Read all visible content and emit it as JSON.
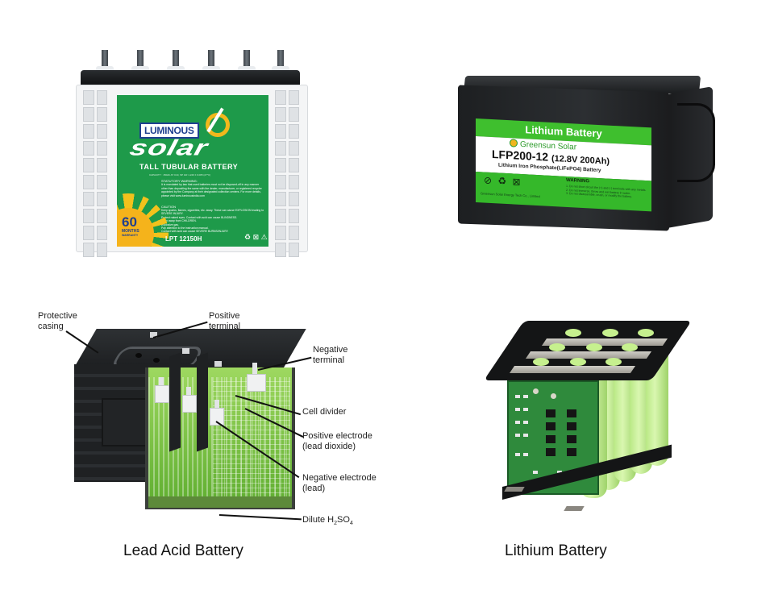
{
  "figure": {
    "panels": [
      {
        "id": "luminous-tubular",
        "kind": "photo",
        "brand": "LUMINOUS",
        "product_line": "solar",
        "subtitle": "TALL TUBULAR BATTERY",
        "capacity_line": "CAPACITY : 150Ah AT C10, SP GR 1.240 ± 0.005 (27°C)",
        "statutory_warning_title": "STATUTORY WARNING:",
        "statutory_warning_text": "It is mandated by law that used batteries must not be disposed-off in any manner other than depositing the same with the dealer, manufacturer, or registered recycler appointed by the Company at their designated collection centers. For more details, please visit www.luminousindia.com",
        "caution_title": "CAUTION",
        "caution_items": [
          "Keep sparks, flames, cigarettes, etc. away. These can cause EXPLOSION leading to SEVERE INJURY.",
          "Protect naked eyes. Contact with acid can cause BLINDNESS.",
          "Keep away from CHILDREN.",
          "Explosive gas.",
          "Pay attention to the instruction manual.",
          "Contact with acid can cause SEVERE BURNS/INJURY."
        ],
        "warranty_number": "60",
        "warranty_unit": "MONTHS",
        "warranty_word": "WARRANTY",
        "model": "LPT 12150H",
        "recycle_icons": "♻ ⊠ ⚠",
        "colors": {
          "label_green": "#1e9a4a",
          "brand_blue": "#1f3f8f",
          "sun_yellow": "#f2b81c"
        }
      },
      {
        "id": "lfp-battery",
        "kind": "photo",
        "band_title": "Lithium Battery",
        "brand": "Greensun Solar",
        "model": "LFP200-12",
        "rating": "(12.8V 200Ah)",
        "chemistry": "Lithium Iron Phosphate(LiFePO4) Battery",
        "icons": "⊘ ♻ ⊠",
        "warning_title": "WARNING",
        "warning_items": [
          "1. Do not short circuit the (+) and (-) terminals with any metals.",
          "2. Do not immerse, throw and wet battery in water.",
          "3. Do not disassemble, crush, or modify the battery."
        ],
        "manufacturer": "Greensun Solar Energy Tech Co., Limited",
        "colors": {
          "band_green": "#3fbf2e",
          "case_black": "#1d1f21"
        }
      },
      {
        "id": "lead-acid-diagram",
        "kind": "labeled-diagram",
        "labels": [
          {
            "text_1": "Protective",
            "text_2": "casing"
          },
          {
            "text_1": "Positive",
            "text_2": "terminal"
          },
          {
            "text_1": "Negative",
            "text_2": "terminal"
          },
          {
            "text_1": "Cell divider"
          },
          {
            "text_1": "Positive electrode",
            "text_2": "(lead dioxide)"
          },
          {
            "text_1": "Negative electrode",
            "text_2": "(lead)"
          },
          {
            "text_1": "Dilute H",
            "sub_1": "2",
            "text_mid": "SO",
            "sub_2": "4"
          }
        ],
        "colors": {
          "electrolyte_green": "#8fd257",
          "casing": "#1f2123"
        }
      },
      {
        "id": "lithium-pack",
        "kind": "photo",
        "description": "18650 cell pack with BMS protection board",
        "colors": {
          "cell_green": "#c4ef8f",
          "pcb_green": "#2f8a3c",
          "holder_black": "#141516"
        }
      }
    ],
    "captions": {
      "left": "Lead Acid Battery",
      "right": "Lithium Battery"
    }
  }
}
